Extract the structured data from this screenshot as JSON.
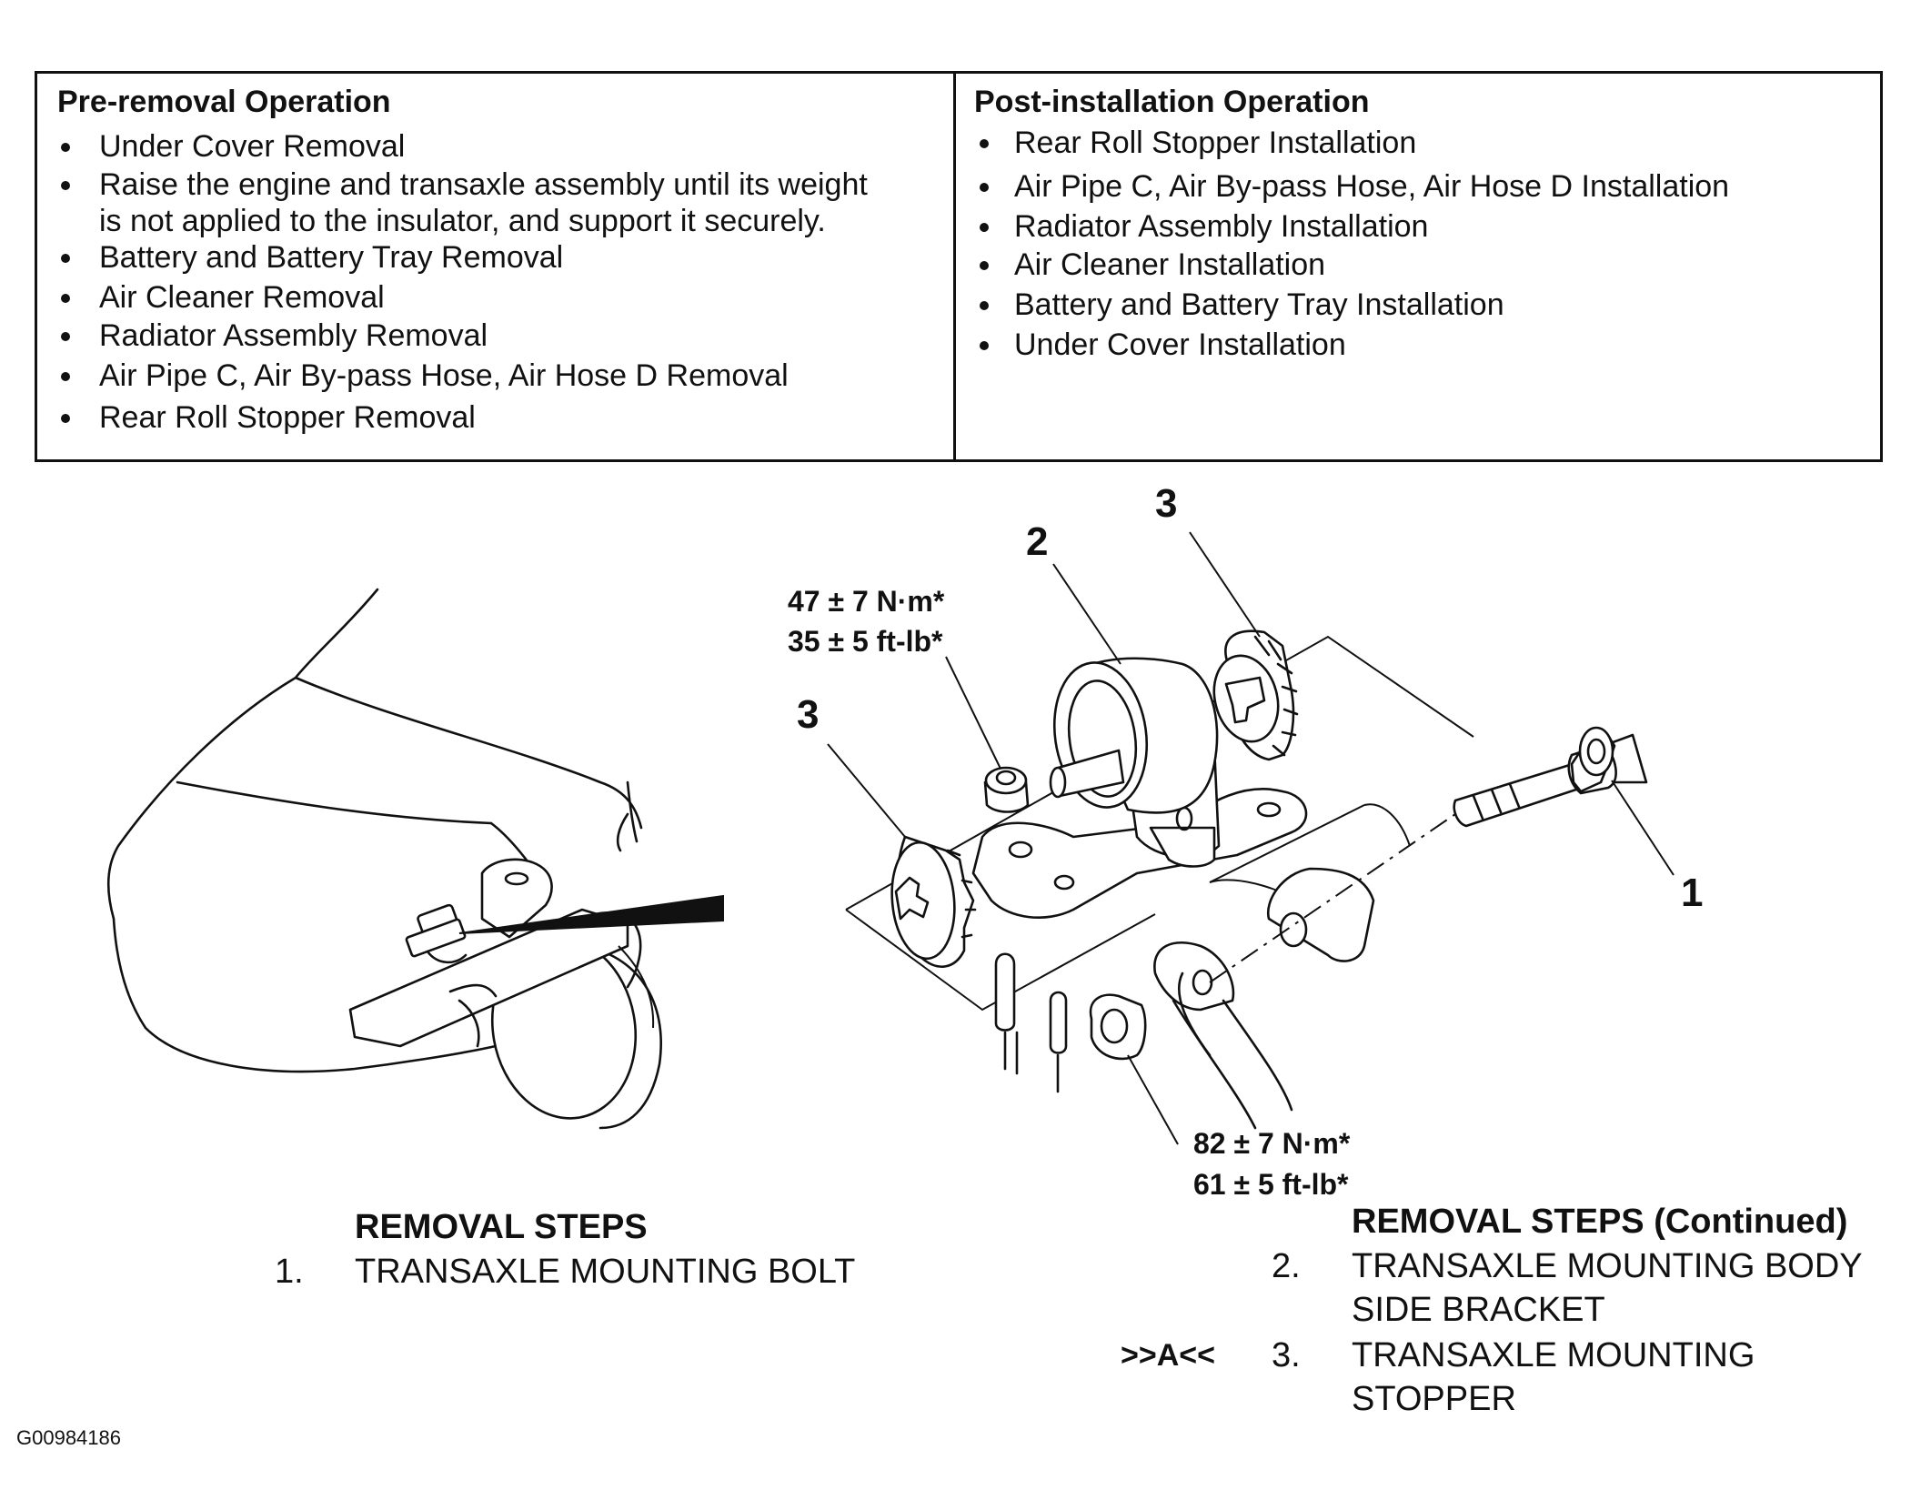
{
  "pre_removal": {
    "title": "Pre-removal Operation",
    "items": [
      "Under Cover Removal",
      "Raise the engine and transaxle assembly until its weight",
      "is not applied to the insulator, and support it securely.",
      "Battery and Battery Tray Removal",
      "Air Cleaner Removal",
      "Radiator Assembly Removal",
      "Air Pipe C, Air By-pass Hose, Air Hose D Removal",
      "Rear Roll Stopper Removal"
    ]
  },
  "post_installation": {
    "title": "Post-installation Operation",
    "items": [
      "Rear Roll Stopper Installation",
      "Air Pipe C, Air By-pass Hose, Air Hose D Installation",
      "Radiator Assembly Installation",
      "Air Cleaner Installation",
      "Battery and Battery Tray Installation",
      "Under Cover Installation"
    ]
  },
  "diagram": {
    "callouts": {
      "bolt": "1",
      "bracket": "2",
      "stopper_right": "3",
      "stopper_left": "3"
    },
    "torque_upper": {
      "nm": "47 ± 7 N·m*",
      "ftlb": "35 ± 5 ft-lb*"
    },
    "torque_lower": {
      "nm": "82 ± 7 N·m*",
      "ftlb": "61 ± 5 ft-lb*"
    }
  },
  "removal_steps": {
    "title": "REMOVAL STEPS",
    "steps": [
      {
        "num": "1.",
        "text": "TRANSAXLE MOUNTING BOLT"
      }
    ]
  },
  "removal_steps_continued": {
    "title": "REMOVAL STEPS (Continued)",
    "steps": [
      {
        "num": "2.",
        "line1": "TRANSAXLE MOUNTING BODY",
        "line2": "SIDE BRACKET"
      },
      {
        "mark": ">>A<<",
        "num": "3.",
        "line1": "TRANSAXLE MOUNTING",
        "line2": "STOPPER"
      }
    ]
  },
  "figure_id": "G00984186"
}
